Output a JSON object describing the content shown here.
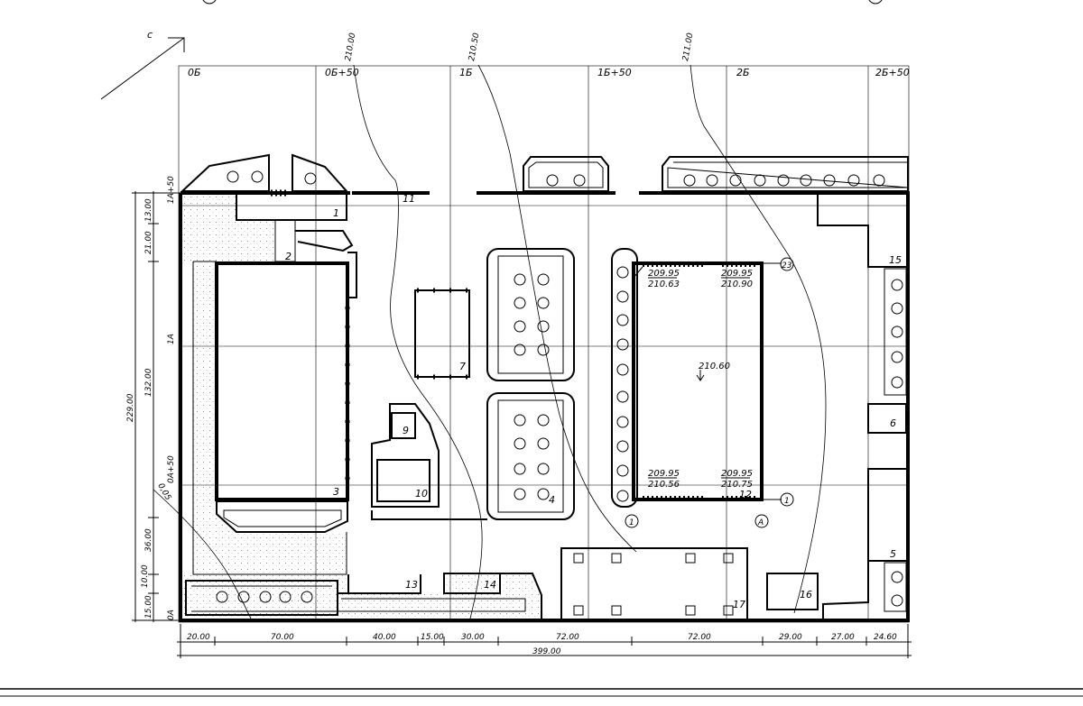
{
  "grid_columns": [
    "0Б",
    "0Б+50",
    "1Б",
    "1Б+50",
    "2Б",
    "2Б+50"
  ],
  "grid_rows": [
    "1А+50",
    "1А",
    "0А+50",
    "0А"
  ],
  "contours": [
    "210.00",
    "210.50",
    "211.00"
  ],
  "elevations": {
    "top_left": [
      "209.95",
      "210.63"
    ],
    "top_right": [
      "209.95",
      "210.90"
    ],
    "bottom_left": [
      "209.95",
      "210.56"
    ],
    "bottom_right": [
      "209.95",
      "210.75"
    ],
    "center": "210.60"
  },
  "numbers": [
    "1",
    "2",
    "3",
    "4",
    "5",
    "6",
    "7",
    "9",
    "10",
    "11",
    "12",
    "13",
    "14",
    "15",
    "16",
    "17"
  ],
  "markers": {
    "c1": "1",
    "c2": "1",
    "c23": "23",
    "cA": "A"
  },
  "bottom_dims": [
    "20.00",
    "70.00",
    "40.00",
    "15.00",
    "30.00",
    "72.00",
    "72.00",
    "29.00",
    "27.00",
    "24.60"
  ],
  "bottom_total": "399.00",
  "left_dims": [
    "13.00",
    "21.00",
    "132.00",
    "36.00",
    "10.00",
    "15.00"
  ],
  "left_total": "229.00",
  "north_label": "с",
  "diag_label": "0,05"
}
